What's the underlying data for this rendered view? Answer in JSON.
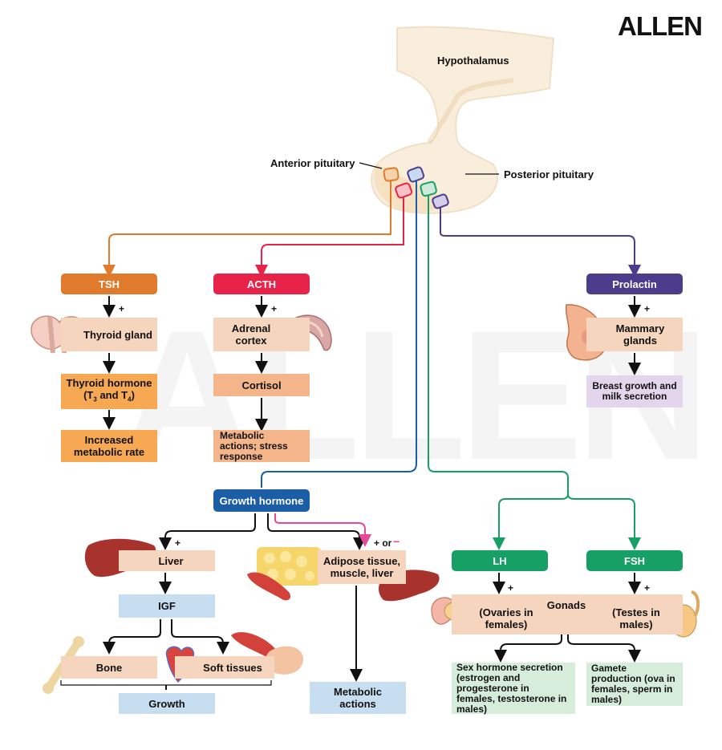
{
  "brand": {
    "logo": "ALLEN",
    "watermark": "ALLEN"
  },
  "pituitary": {
    "hypothalamus": "Hypothalamus",
    "anterior": "Anterior pituitary",
    "posterior": "Posterior pituitary"
  },
  "tsh": {
    "title": "TSH",
    "plus": "+",
    "target": "Thyroid gland",
    "hormone": "Thyroid hormone (T3 and T4)",
    "hormone_line1": "Thyroid hormone",
    "hormone_line2": "(T",
    "sub3": "3",
    "and": " and T",
    "sub4": "4",
    "close": ")",
    "effect": "Increased metabolic rate"
  },
  "acth": {
    "title": "ACTH",
    "plus": "+",
    "target": "Adrenal cortex",
    "hormone": "Cortisol",
    "effect": "Metabolic actions; stress response"
  },
  "prolactin": {
    "title": "Prolactin",
    "plus": "+",
    "target": "Mammary glands",
    "effect": "Breast growth and milk secretion"
  },
  "gh": {
    "title": "Growth hormone",
    "plus": "+",
    "plus_or_minus": "+ or",
    "minus": "−",
    "liver": "Liver",
    "igf": "IGF",
    "bone": "Bone",
    "soft": "Soft tissues",
    "growth": "Growth",
    "adipose": "Adipose tissue, muscle, liver",
    "metabolic": "Metabolic actions"
  },
  "gonad": {
    "lh": "LH",
    "fsh": "FSH",
    "plus": "+",
    "ovaries": "(Ovaries in females)",
    "gonads": "Gonads",
    "testes": "(Testes in males)",
    "sex_hormone": "Sex hormone secretion (estrogen and progesterone in females, testosterone in males)",
    "gamete": "Gamete production (ova in females, sperm in males)"
  },
  "colors": {
    "tsh": "#e07b2e",
    "acth": "#e8234a",
    "prolactin": "#4b3c8c",
    "gh": "#1b5ea6",
    "lh_fsh": "#17a065",
    "pink": "#e54a9a",
    "peach": "#f5d5bd",
    "orange_light": "#f6a852",
    "salmon": "#f5b58a",
    "blue_light": "#c7ddf0",
    "lavender": "#e3d6ec",
    "mint": "#d6eddc"
  }
}
